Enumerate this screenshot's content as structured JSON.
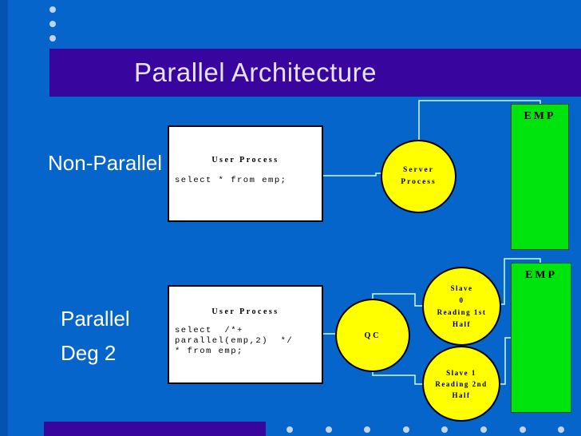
{
  "slide": {
    "title": "Parallel Architecture",
    "section_labels": {
      "non_parallel": "Non-Parallel",
      "parallel": "Parallel",
      "deg": "Deg 2"
    }
  },
  "non_parallel_diagram": {
    "user_process_box": {
      "title": "User Process",
      "code": [
        "select * from emp;"
      ]
    },
    "server_process_circle": {
      "lines": [
        "Server",
        "Process"
      ]
    },
    "emp_table": {
      "label": "EMP"
    }
  },
  "parallel_diagram": {
    "user_process_box": {
      "title": "User Process",
      "code": [
        "select  /*+",
        "parallel(emp,2)  */",
        "* from emp;"
      ]
    },
    "qc_circle": {
      "label": "QC"
    },
    "slave0_circle": {
      "lines": [
        "Slave",
        "0",
        "Reading 1st",
        "Half"
      ]
    },
    "slave1_circle": {
      "lines": [
        "Slave 1",
        "Reading 2nd",
        "Half"
      ]
    },
    "emp_table": {
      "label": "EMP"
    }
  },
  "colors": {
    "background": "#0565CB",
    "left_stripe": "#0354B2",
    "accent_bar": "#38069E",
    "title_text": "#E6E1F5",
    "process_circle_fill": "#FFFF00",
    "table_fill": "#00E40E",
    "connector_line": "#CCFFCC",
    "decorative_dot": "#C2D4EC"
  }
}
